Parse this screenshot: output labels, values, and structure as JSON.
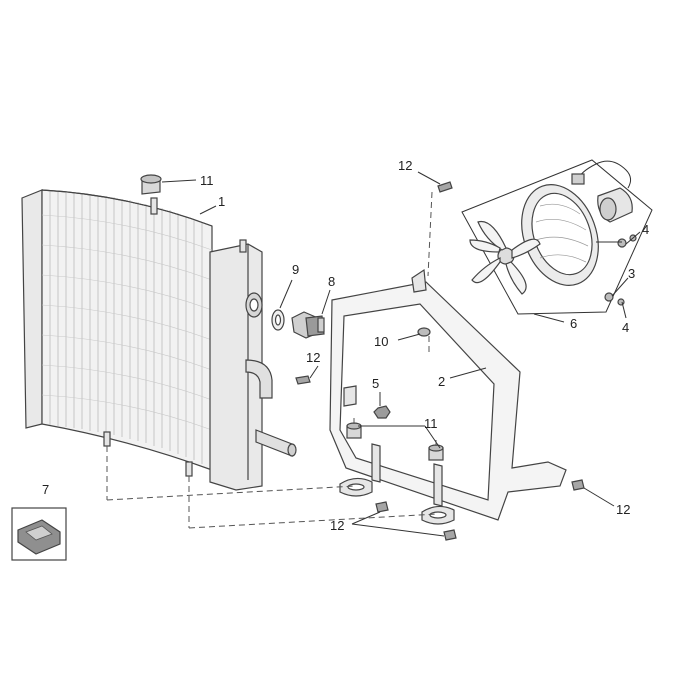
{
  "colors": {
    "outline": "#444444",
    "part_fill": "#e9e9e9",
    "core_fill": "#f2f2f2",
    "dark_fill": "#8a8a8a"
  },
  "callouts": {
    "radiator": "1",
    "bracket": "2",
    "washer_fan": "3",
    "screw_fan_top": "4",
    "screw_fan_bottom": "4",
    "nut": "5",
    "fan_assembly": "6",
    "clip_inset": "7",
    "thermo_switch": "8",
    "seal_ring": "9",
    "spacer": "10",
    "grommet_top": "11",
    "grommet_bracket": "11",
    "screw_bracket_top": "12",
    "screw_radiator": "12",
    "screw_bracket_right": "12",
    "screw_bracket_bottom": "12"
  }
}
